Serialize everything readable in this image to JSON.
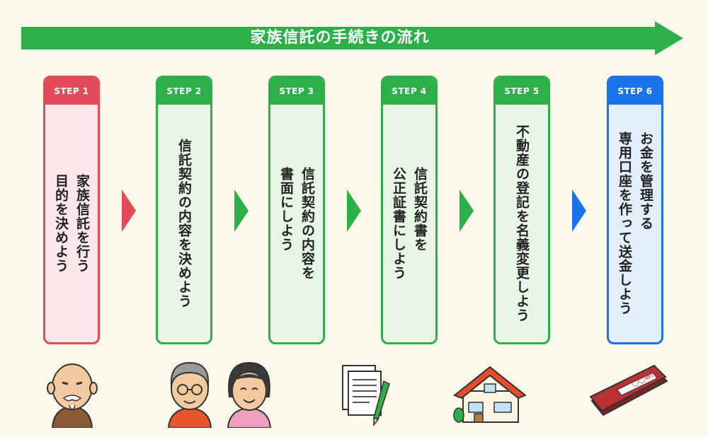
{
  "title": "家族信託の手続きの流れ",
  "steps": [
    {
      "label": "STEP 1",
      "text": "家族信託を行う\n目的を決めよう",
      "color": "#e44b5a"
    },
    {
      "label": "STEP 2",
      "text": "信託契約の内容を決めよう",
      "color": "#2db04a"
    },
    {
      "label": "STEP 3",
      "text": "信託契約の内容を\n書面にしよう",
      "color": "#2db04a"
    },
    {
      "label": "STEP 4",
      "text": "信託契約書を\n公正証書にしよう",
      "color": "#2db04a"
    },
    {
      "label": "STEP 5",
      "text": "不動産の登記を名義変更しよう",
      "color": "#2db04a"
    },
    {
      "label": "STEP 6",
      "text": "お金を管理する\n専用口座を作って送金しよう",
      "color": "#1a73e8"
    }
  ],
  "bank_label": "◯◯銀行",
  "colors": {
    "banner": "#2db04a",
    "background": "#fdf9ea"
  }
}
